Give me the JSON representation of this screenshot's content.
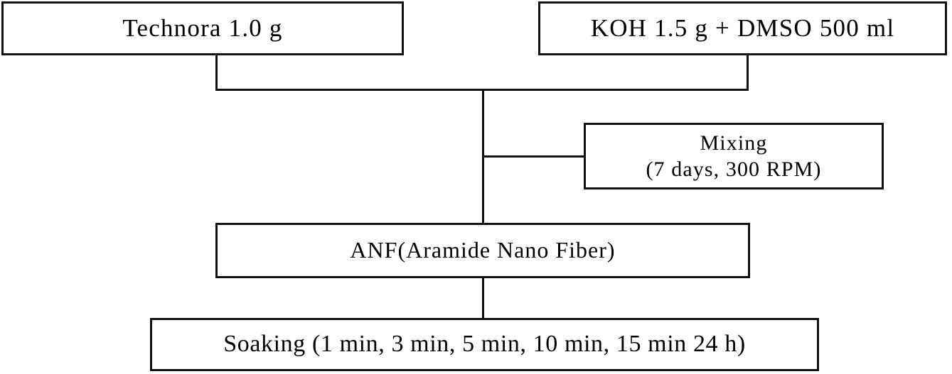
{
  "diagram": {
    "title": "ANF synthesis process flowchart",
    "type": "flowchart",
    "stroke_color": "#111111",
    "background_color": "#ffffff",
    "nodes": {
      "technora": {
        "label": "Technora 1.0 g"
      },
      "koh": {
        "label": "KOH 1.5 g + DMSO 500 ml"
      },
      "mixing": {
        "label_line1": "Mixing",
        "label_line2": "(7 days, 300 RPM)"
      },
      "anf": {
        "label": "ANF(Aramide Nano Fiber)"
      },
      "soaking": {
        "label": "Soaking (1 min, 3 min, 5 min, 10 min, 15 min 24 h)"
      }
    },
    "edges": [
      {
        "name": "technora-down",
        "from": "technora",
        "to": "merge-bar"
      },
      {
        "name": "koh-down",
        "from": "koh",
        "to": "merge-bar"
      },
      {
        "name": "merge-bar",
        "from": "technora-down",
        "to": "koh-down"
      },
      {
        "name": "main-trunk",
        "from": "merge-bar",
        "to": "soaking"
      },
      {
        "name": "to-mixing",
        "from": "main-trunk",
        "to": "mixing"
      }
    ]
  }
}
